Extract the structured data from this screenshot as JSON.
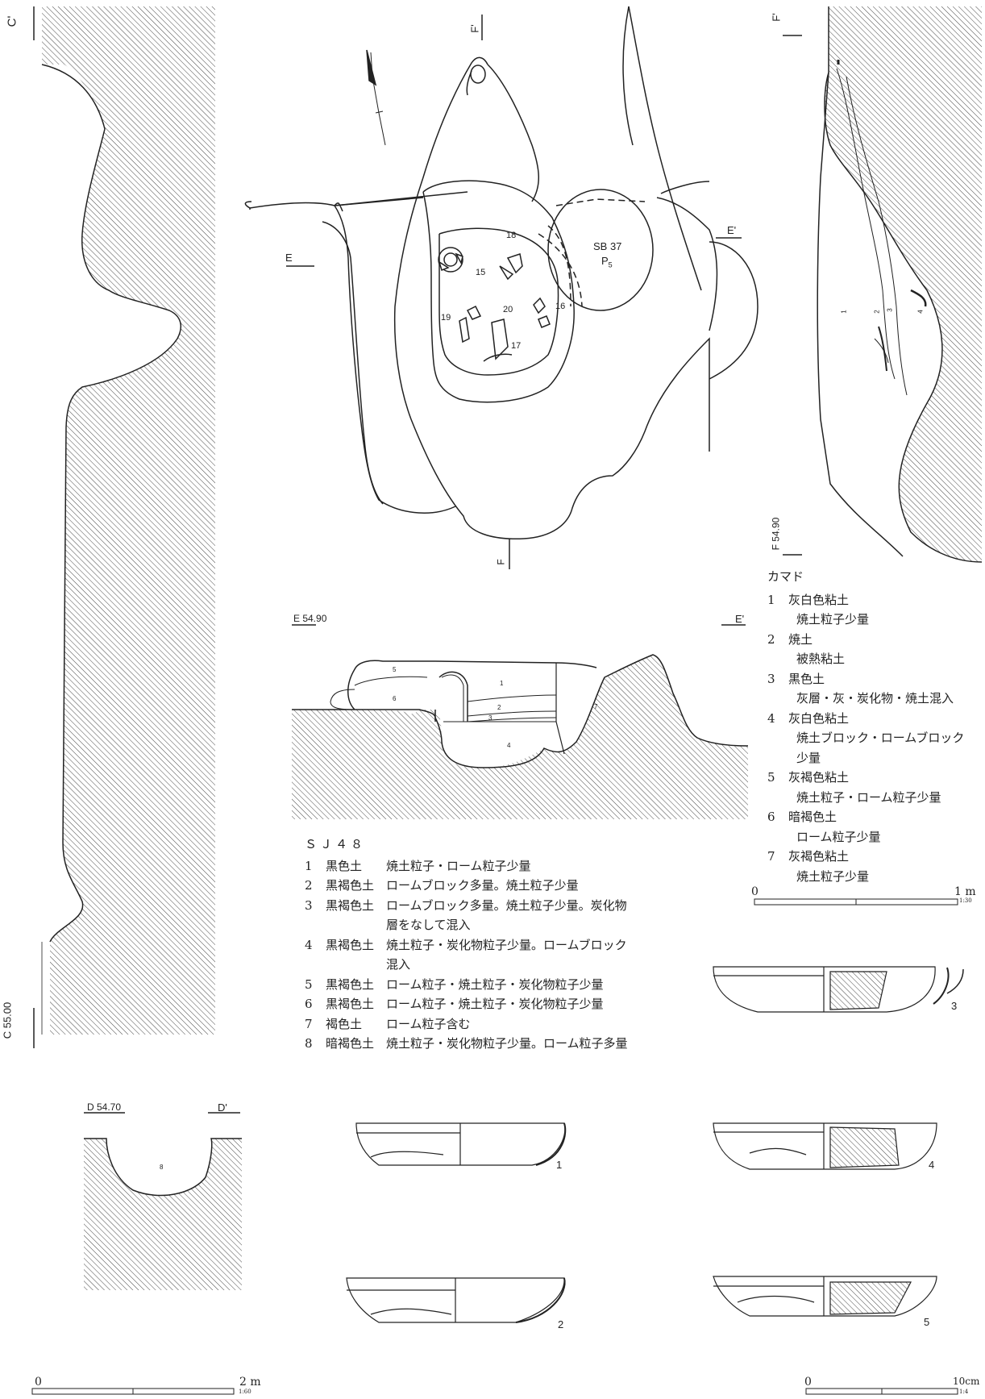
{
  "section_labels": {
    "c_top": "C'",
    "c_bottom": "C 55.00",
    "f_top_plan": "F'",
    "f_top_section": "F'",
    "f_bottom_section": "F 54.90",
    "f_bottom_plan": "F",
    "e_plan": "E",
    "e_prime_plan": "E'",
    "e_section": "E 54.90",
    "e_prime_section": "E'",
    "d_section": "D 54.70",
    "d_prime_section": "D'"
  },
  "plan_labels": {
    "sb": "SB 37",
    "p": "P",
    "p_sub": "5",
    "finds": [
      "15",
      "16",
      "17",
      "18",
      "19",
      "20"
    ]
  },
  "layer_numbers": {
    "e_section": [
      "1",
      "2",
      "3",
      "4",
      "5",
      "6",
      "7"
    ],
    "f_section": [
      "1",
      "2",
      "3",
      "4"
    ],
    "d_section": [
      "8"
    ]
  },
  "kamado": {
    "title": "カマド",
    "layers": [
      {
        "num": "1",
        "name": "灰白色粘土",
        "desc": "焼土粒子少量"
      },
      {
        "num": "2",
        "name": "焼土",
        "desc": "被熱粘土"
      },
      {
        "num": "3",
        "name": "黒色土",
        "desc": "灰層・灰・炭化物・焼土混入"
      },
      {
        "num": "4",
        "name": "灰白色粘土",
        "desc": "焼土ブロック・ロームブロック",
        "desc2": "少量"
      },
      {
        "num": "5",
        "name": "灰褐色粘土",
        "desc": "焼土粒子・ローム粒子少量"
      },
      {
        "num": "6",
        "name": "暗褐色土",
        "desc": "ローム粒子少量"
      },
      {
        "num": "7",
        "name": "灰褐色粘土",
        "desc": "焼土粒子少量"
      }
    ]
  },
  "sj48": {
    "title": "ＳＪ４８",
    "layers": [
      {
        "num": "1",
        "name": "黒色土",
        "desc": "焼土粒子・ローム粒子少量"
      },
      {
        "num": "2",
        "name": "黒褐色土",
        "desc": "ロームブロック多量。焼土粒子少量"
      },
      {
        "num": "3",
        "name": "黒褐色土",
        "desc": "ロームブロック多量。焼土粒子少量。炭化物",
        "desc2": "層をなして混入"
      },
      {
        "num": "4",
        "name": "黒褐色土",
        "desc": "焼土粒子・炭化物粒子少量。ロームブロック",
        "desc2": "混入"
      },
      {
        "num": "5",
        "name": "黒褐色土",
        "desc": "ローム粒子・焼土粒子・炭化物粒子少量"
      },
      {
        "num": "6",
        "name": "黒褐色土",
        "desc": "ローム粒子・焼土粒子・炭化物粒子少量"
      },
      {
        "num": "7",
        "name": "褐色土",
        "desc": "ローム粒子含む"
      },
      {
        "num": "8",
        "name": "暗褐色土",
        "desc": "焼土粒子・炭化物粒子少量。ローム粒子多量"
      }
    ]
  },
  "artifacts": [
    "1",
    "2",
    "3",
    "4",
    "5"
  ],
  "scales": {
    "s30": {
      "zero": "0",
      "end": "1 m",
      "ratio": "1:30"
    },
    "s60": {
      "zero": "0",
      "end": "2 m",
      "ratio": "1:60"
    },
    "s4": {
      "zero": "0",
      "end": "10cm",
      "ratio": "1:4"
    }
  }
}
